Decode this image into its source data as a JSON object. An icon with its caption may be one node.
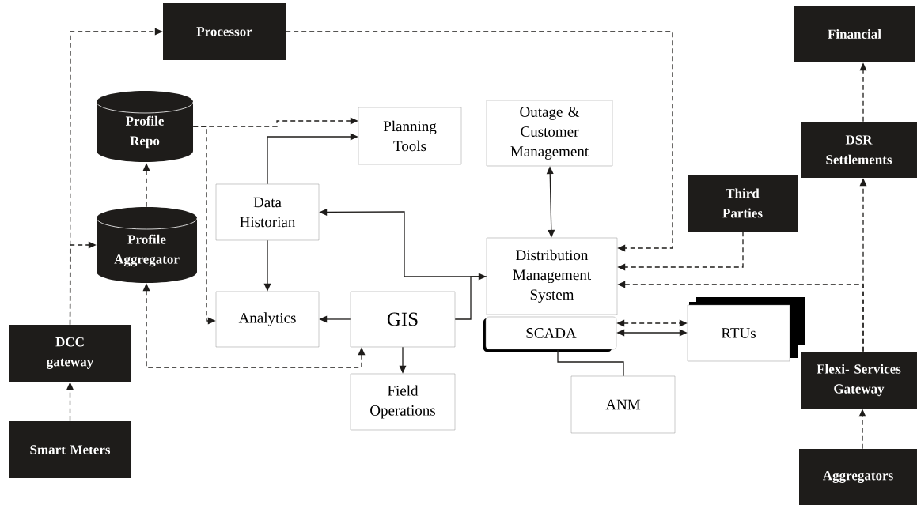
{
  "diagram": {
    "nodes": [
      {
        "text": [
          "Processor"
        ]
      },
      {
        "text": [
          "Financial"
        ]
      },
      {
        "text": [
          "Profile Repo"
        ]
      },
      {
        "text": [
          "Planning Tools"
        ]
      },
      {
        "text": [
          "Outage & Customer Management"
        ]
      },
      {
        "text": [
          "DSR Settlements"
        ]
      },
      {
        "text": [
          "Data Historian"
        ]
      },
      {
        "text": [
          "Third Parties"
        ]
      },
      {
        "text": [
          "Profile Aggregator"
        ]
      },
      {
        "text": [
          "Distribution Management System"
        ]
      },
      {
        "text": [
          "Analytics"
        ]
      },
      {
        "text": [
          "GIS"
        ]
      },
      {
        "text": [
          "SCADA"
        ]
      },
      {
        "text": [
          "RTUs"
        ]
      },
      {
        "text": [
          "DCC gateway"
        ]
      },
      {
        "text": [
          "Flexi- Services Gateway"
        ]
      },
      {
        "text": [
          "Field Operations"
        ]
      },
      {
        "text": [
          "ANM"
        ]
      },
      {
        "text": [
          "Smart Meters"
        ]
      },
      {
        "text": [
          "Aggregators"
        ]
      }
    ],
    "edges": [
      {
        "from": 14,
        "to": 0,
        "arrow": "to",
        "style": "dashed"
      },
      {
        "from": 14,
        "to": 8,
        "arrow": "to",
        "style": "dashed"
      },
      {
        "from": 18,
        "to": 14,
        "arrow": "to",
        "style": "dashed"
      },
      {
        "from": 0,
        "to": 9,
        "arrow": "to",
        "style": "dashed"
      },
      {
        "from": 8,
        "to": 2,
        "arrow": "to",
        "style": "dashed"
      },
      {
        "from": 2,
        "to": 3,
        "arrow": "to",
        "style": "dashed"
      },
      {
        "from": 2,
        "to": 10,
        "arrow": "to",
        "style": "dashed"
      },
      {
        "from": 6,
        "to": 3,
        "arrow": "to"
      },
      {
        "from": 6,
        "to": 10,
        "arrow": "to"
      },
      {
        "from": 11,
        "to": 10,
        "arrow": "to"
      },
      {
        "from": 11,
        "to": 16,
        "arrow": "to"
      },
      {
        "from": 9,
        "to": 6,
        "arrow": "to"
      },
      {
        "from": 11,
        "to": 9,
        "arrow": "to"
      },
      {
        "from": 8,
        "to": 11,
        "arrow": "both",
        "style": "dashed"
      },
      {
        "from": 4,
        "to": 9,
        "arrow": "both"
      },
      {
        "from": 7,
        "to": 9,
        "arrow": "to",
        "style": "dashed"
      },
      {
        "from": 15,
        "to": 9,
        "arrow": "to",
        "style": "dashed"
      },
      {
        "from": 15,
        "to": 5,
        "arrow": "to",
        "style": "dashed"
      },
      {
        "from": 5,
        "to": 1,
        "arrow": "to",
        "style": "dashed"
      },
      {
        "from": 12,
        "to": 13,
        "arrow": "both",
        "style": "dashed"
      },
      {
        "from": 12,
        "to": 13,
        "arrow": "both"
      },
      {
        "from": 12,
        "to": 17,
        "arrow": "none"
      },
      {
        "from": 19,
        "to": 15,
        "arrow": "to",
        "style": "dashed"
      }
    ]
  }
}
